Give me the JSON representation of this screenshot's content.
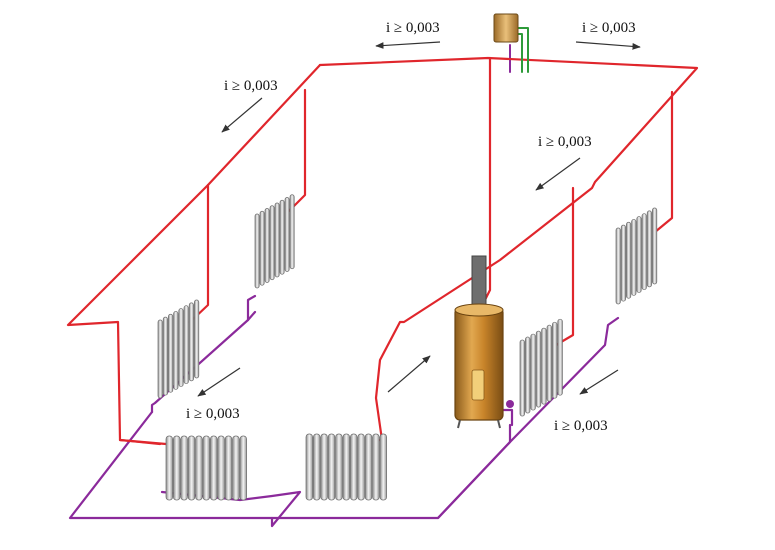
{
  "colors": {
    "supply": "#e0262c",
    "return": "#8b2a9b",
    "expansion_pipes": "#2e9b3a",
    "radiator": "#a8a8a8",
    "boiler": "#c8842a",
    "chimney": "#6e6e6e",
    "arrow": "#333333",
    "label": "#111111"
  },
  "slope_labels": {
    "top_left": "i ≥ 0,003",
    "top_right": "i ≥ 0,003",
    "upper_left": "i ≥ 0,003",
    "upper_right": "i ≥ 0,003",
    "lower_left": "i ≥ 0,003",
    "lower_right": "i ≥ 0,003"
  },
  "components": {
    "radiators": [
      "radiator-left-upper",
      "radiator-left-lower",
      "radiator-bottom-left",
      "radiator-bottom-right",
      "radiator-right-lower",
      "radiator-right-upper"
    ],
    "boiler": "boiler",
    "expansion_tank": "expansion-tank",
    "chimney": "chimney"
  }
}
